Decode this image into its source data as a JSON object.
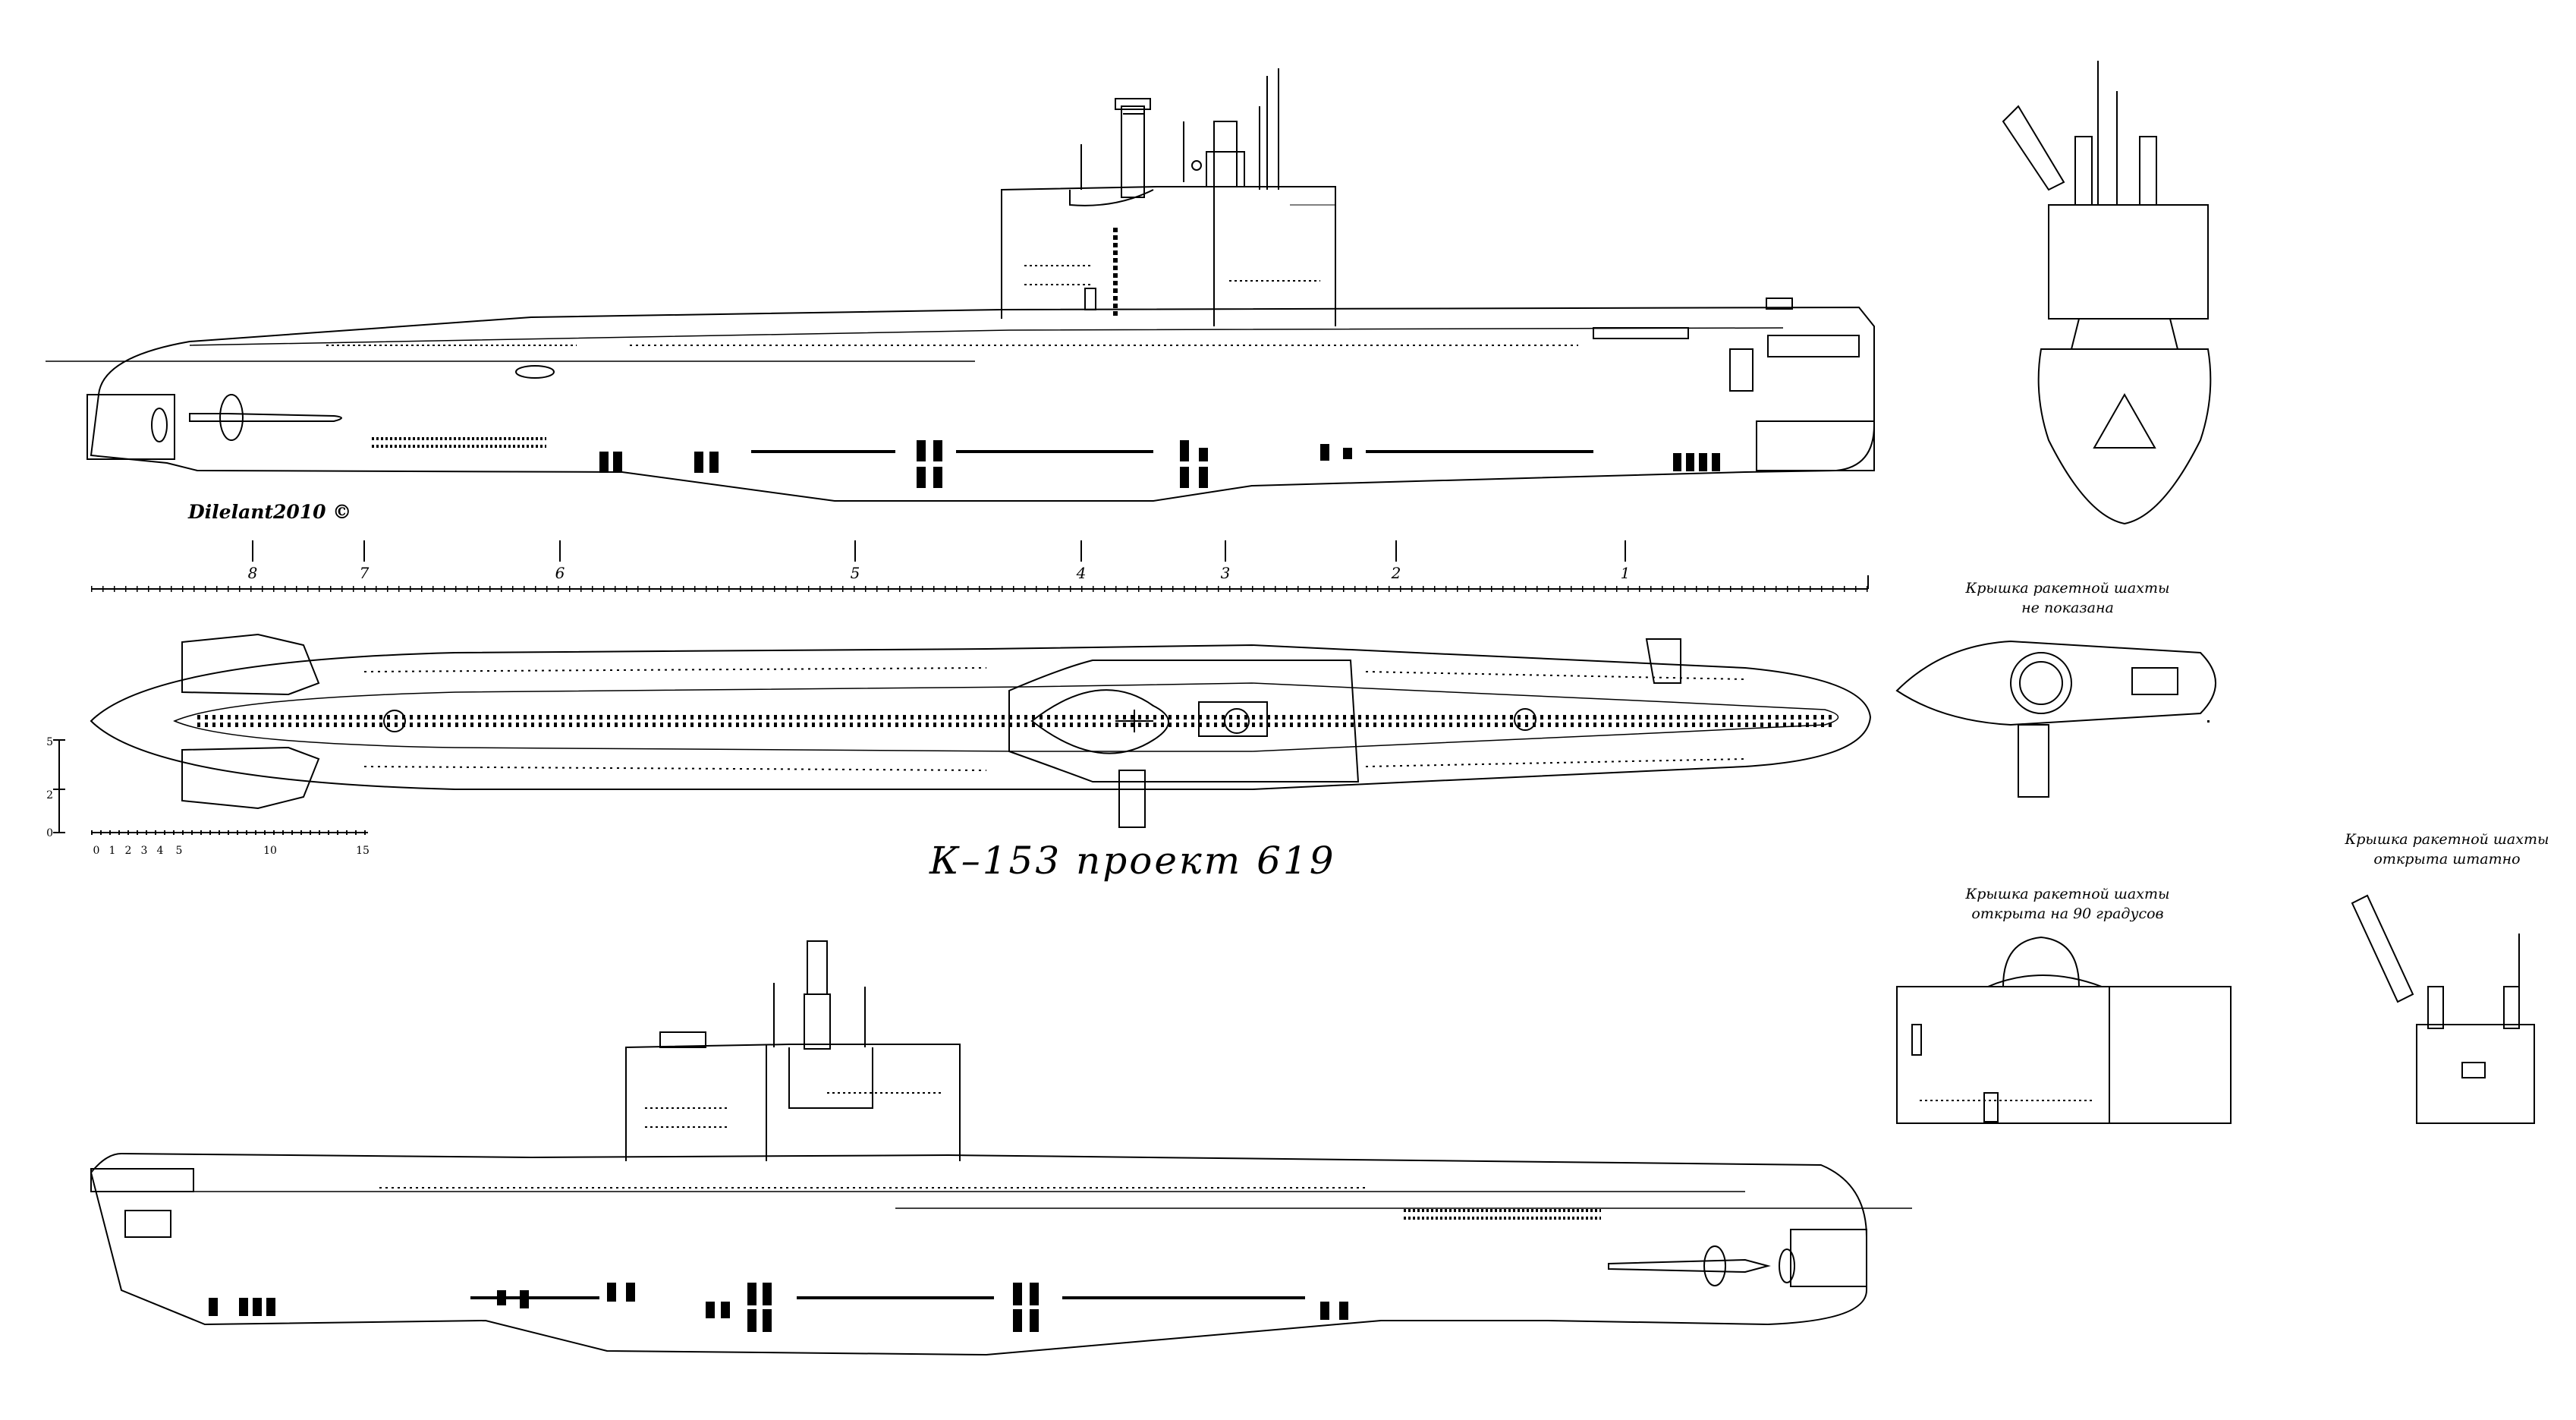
{
  "title": "К–153 проект 619",
  "signature": "Dilelant2010 ©",
  "captions": {
    "cover_not_shown": [
      "Крышка ракетной шахты",
      "не показана"
    ],
    "cover_open_90": [
      "Крышка ракетной шахты",
      "открыта на 90 градусов"
    ],
    "cover_open_full": [
      "Крышка ракетной шахты",
      "открыта штатно"
    ]
  },
  "frame_stations": [
    "8",
    "7",
    "6",
    "5",
    "4",
    "3",
    "2",
    "1"
  ],
  "scale_bar_labels": [
    "0",
    "1",
    "2",
    "3",
    "4",
    "5",
    "10",
    "15"
  ],
  "vertical_scale_labels": [
    "5",
    "2",
    "0"
  ]
}
